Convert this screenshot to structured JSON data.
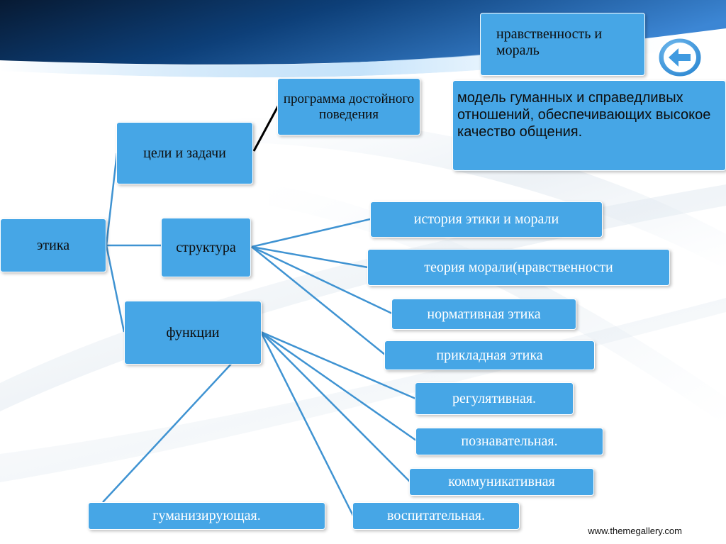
{
  "diagram": {
    "root": "этика",
    "goals": "цели и задачи",
    "structure": "структура",
    "functions": "функции",
    "program": "программа достойного поведения",
    "morality": "нравственность и мораль",
    "model": "модель гуманных и справедливых отношений, обеспечивающих высокое качество общения.",
    "structure_items": [
      "история этики и морали",
      "теория морали(нравственности",
      "нормативная этика",
      "прикладная этика"
    ],
    "function_items": [
      "регулятивная.",
      "познавательная.",
      "коммуникативная",
      "воспитательная.",
      "гуманизирующая."
    ]
  },
  "footer": {
    "website": "www.themegallery.com"
  },
  "icons": {
    "back": "back-arrow-icon"
  },
  "colors": {
    "node_fill": "#46a6e6",
    "connector": "#3f93d2",
    "banner_dark": "#0a2540"
  }
}
